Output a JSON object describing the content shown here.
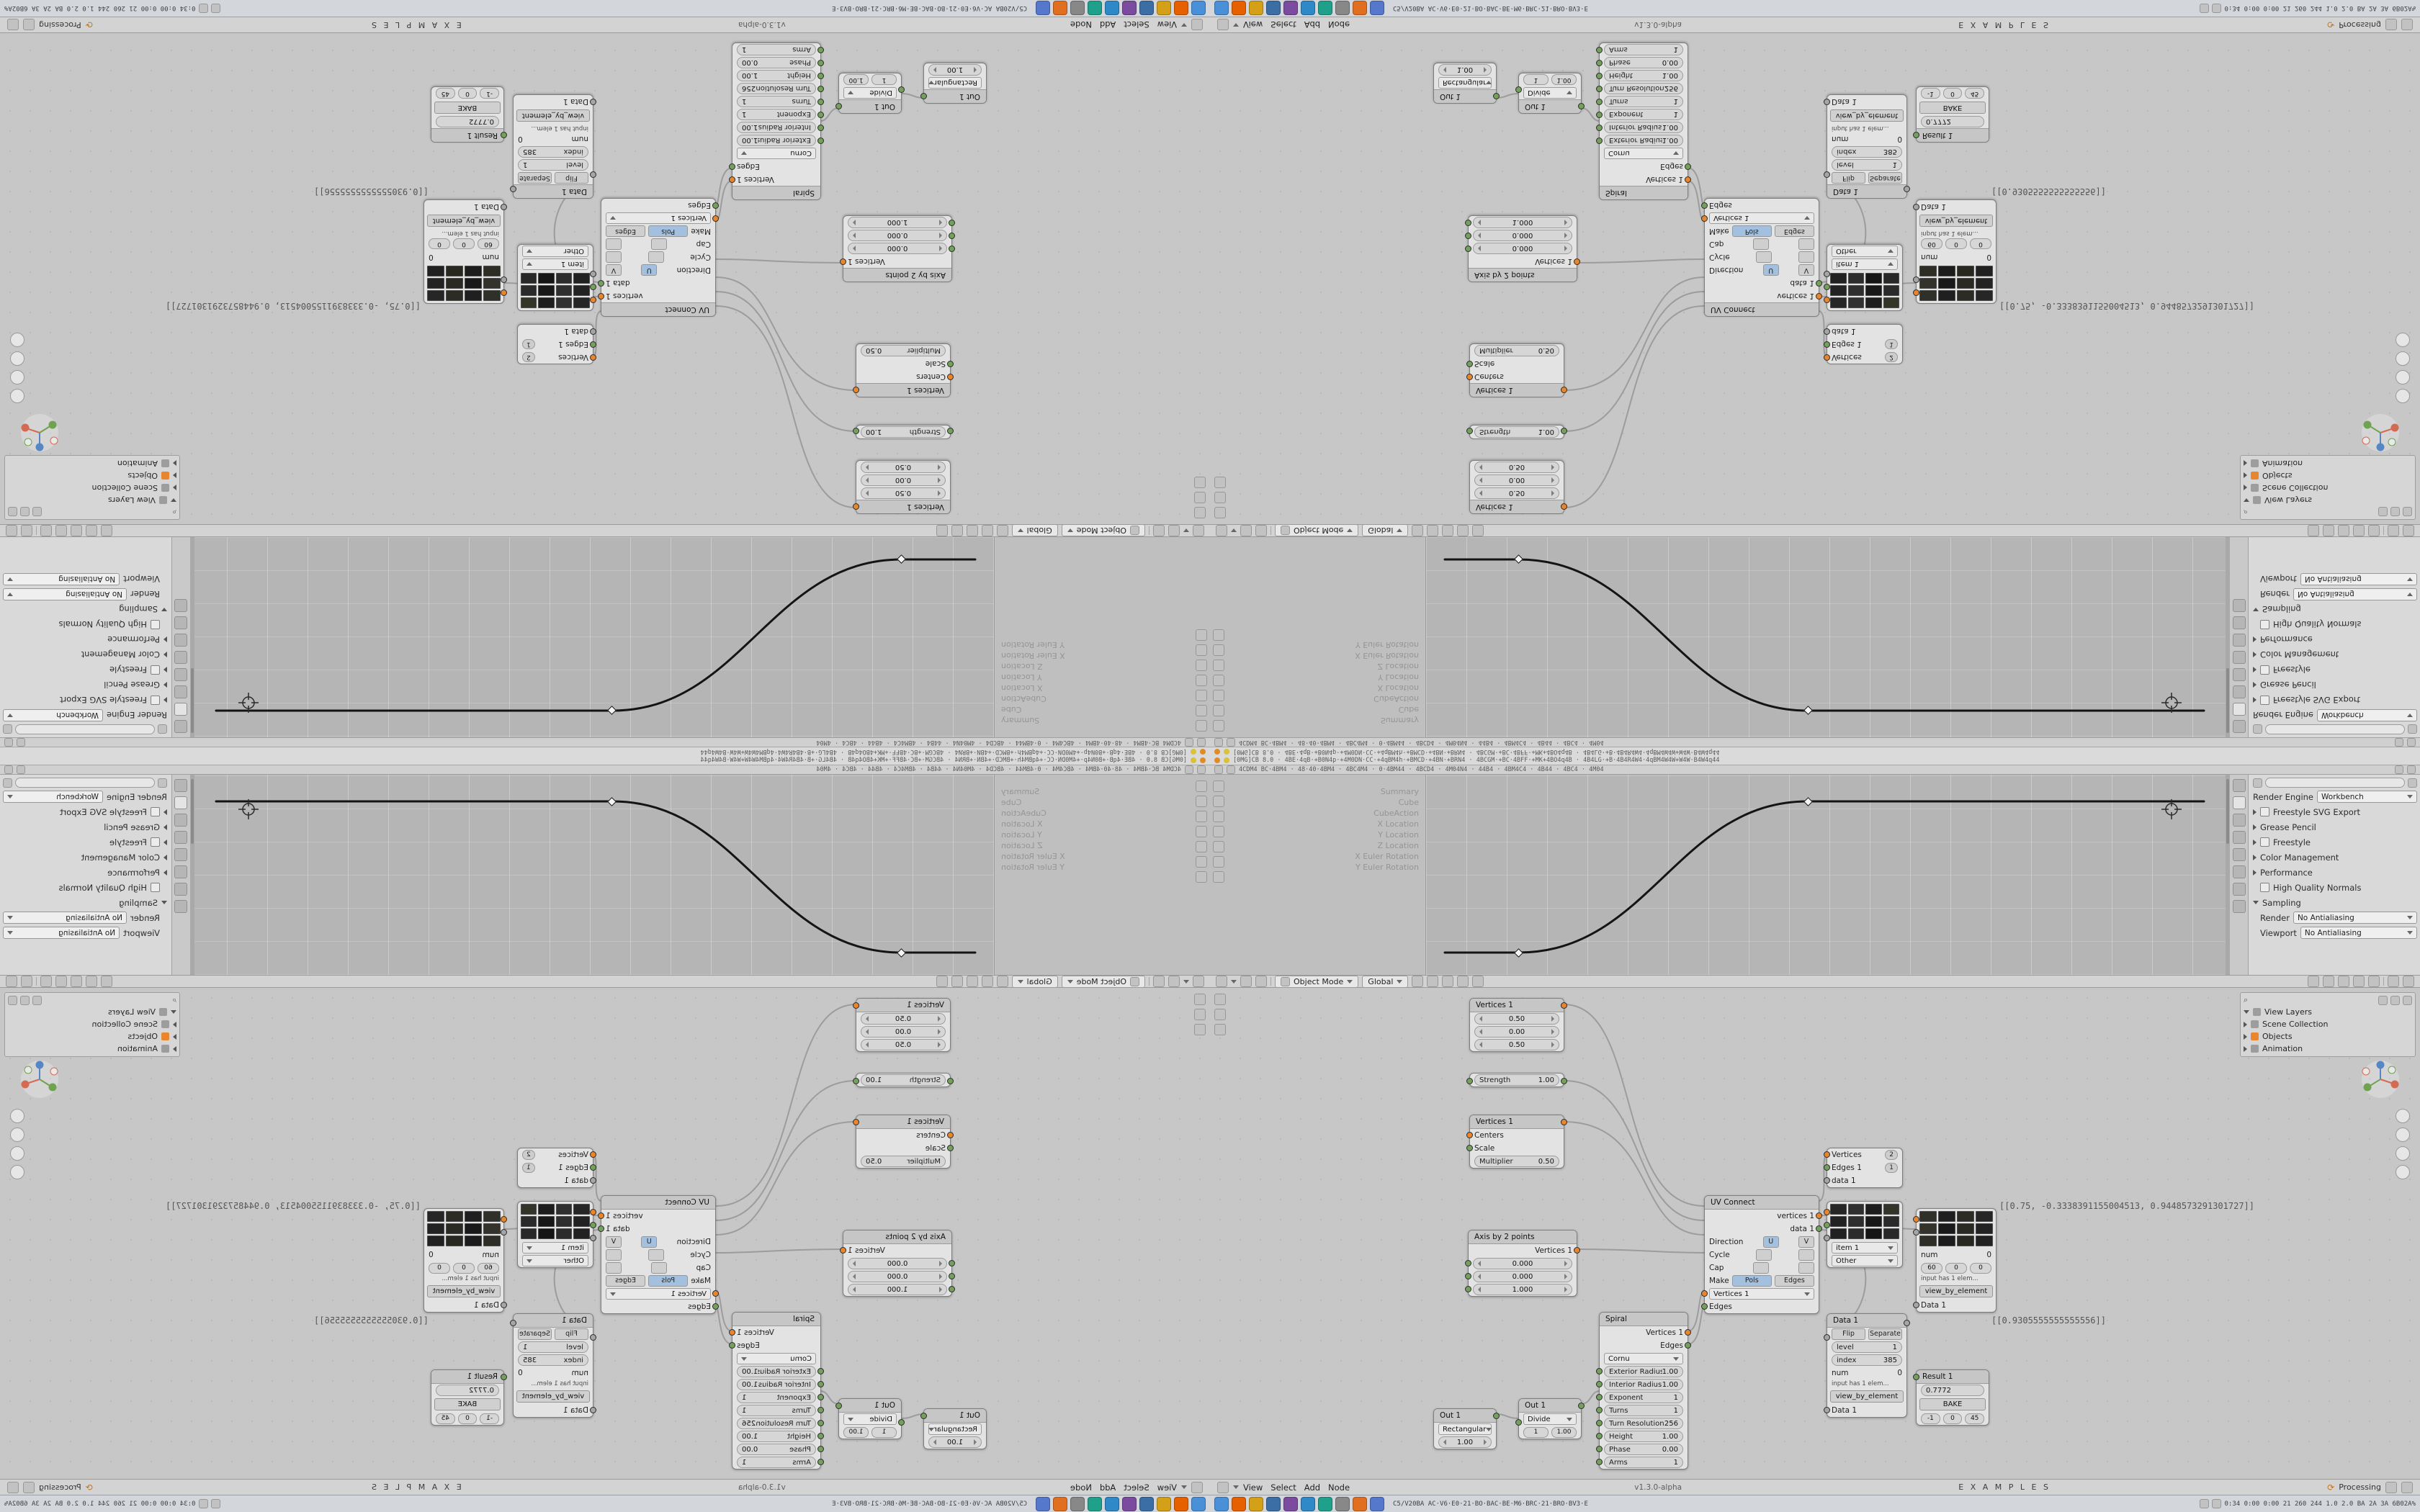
{
  "icons": {
    "search": "⌕",
    "refresh": "⟳"
  },
  "topbar": {
    "line1": "[0MG]CB 8.0 · 4BE·4qB·+B0N4p·+4M0DN·CC·+4qBM4h·+BMCD·+4BN·+BRN4 · 4BCGM·+BC·4BFF·+MK+4BO4q4B · 4B4LG·+B·4B4R4W4·4qBM4W4W+W4W·B4W4q44",
    "line2": "4CDM4 BC·4BM4 · 48·40·4BM4 · 4BC4M4 · 0·4BM44 · 4BCD4 · 4M04N4 · 44B4 · 4BM4C4 · 4B44 · 4BC4 · 4M04"
  },
  "graph": {
    "channels": [
      "Summary",
      "Cube",
      "CubeAction",
      "X Location",
      "Y Location",
      "Z Location",
      "X Euler Rotation",
      "Y Euler Rotation"
    ]
  },
  "properties": {
    "rows": [
      {
        "label": "Render Engine",
        "value": "Workbench"
      },
      {
        "label": "Freestyle SVG Export"
      },
      {
        "label": "Grease Pencil"
      },
      {
        "label": "Freestyle"
      },
      {
        "label": "Color Management"
      },
      {
        "label": "Performance"
      },
      {
        "label": "High Quality Normals"
      },
      {
        "label": "Sampling"
      },
      {
        "label": "Render",
        "value": "No Antialiasing"
      },
      {
        "label": "Viewport",
        "value": "No Antialiasing"
      }
    ]
  },
  "viewport_header": {
    "mode": "Object Mode",
    "orientation": "Global"
  },
  "outliner": {
    "rows": [
      "View Layers",
      "Scene Collection",
      "Objects",
      "Animation"
    ]
  },
  "node_header": {
    "menus": [
      "View",
      "Select",
      "Add",
      "Node"
    ],
    "version": "v1.3.0-alpha",
    "tree_name": "E X A M P L E S",
    "status": "Processing"
  },
  "annotations": {
    "a1": "[[0.75, -0.3338391155004513, 0.9448573291301727]]",
    "a2": "[[0.9305555555555556]]"
  },
  "nodes": {
    "vector": {
      "title": "Vertices 1",
      "f1": "0.50",
      "f2": "0.00",
      "f3": "0.50"
    },
    "strength": {
      "label": "Strength",
      "value": "1.00"
    },
    "centers": {
      "title": "Vertices 1",
      "in1": "Centers",
      "in2": "Scale",
      "mult_label": "Multiplier",
      "mult": "0.50"
    },
    "axis": {
      "title": "Axis by 2 points",
      "out": "Vertices 1",
      "f1": "0.000",
      "f2": "0.000",
      "f3": "1.000"
    },
    "uv": {
      "title": "UV Connect",
      "out1": "vertices 1",
      "out2": "data 1",
      "dir_label": "Direction",
      "u": "U",
      "v": "V",
      "cycle_label": "Cycle",
      "cap_label": "Cap",
      "make_label": "Make",
      "pols": "Pols",
      "edges": "Edges",
      "in1": "Vertices 1",
      "in2": "Edges"
    },
    "counts": {
      "r1": "Vertices",
      "r1v": "2",
      "r2": "Edges 1",
      "r2v": "1",
      "r3": "data 1"
    },
    "viewer": {
      "item": "item 1",
      "other": "Other",
      "swatches": [
        "#262626",
        "#303030",
        "#1d1d1d",
        "#343428",
        "#222222",
        "#2e2e2e",
        "#181818",
        "#2a2a2a",
        "#212121",
        "#2c2c2c",
        "#151515",
        "#282828"
      ]
    },
    "data1": {
      "title": "Data 1",
      "flip": "Flip",
      "separate": "Separate",
      "level_label": "level",
      "level": "1",
      "index_label": "index",
      "index": "385",
      "num_label": "num",
      "num": "0",
      "note": "input has 1 elem...",
      "button": "view_by_element",
      "footer": "Data 1"
    },
    "viewer2": {
      "num_label": "num",
      "num": "0",
      "f1": "60",
      "f2": "0",
      "f3": "0",
      "note": "input has 1 elem...",
      "button": "view_by_element",
      "footer": "Data 1",
      "swatches": [
        "#30302a",
        "#1f1f1f",
        "#2c2c24",
        "#262626",
        "#33332b",
        "#191919",
        "#2a2a22",
        "#232323",
        "#2e2e26",
        "#1c1c1c",
        "#282820",
        "#212121"
      ]
    },
    "result": {
      "title": "Result 1",
      "value": "0.7772",
      "bake": "BAKE",
      "f1": "-1",
      "f2": "0",
      "f3": "45"
    },
    "spiral": {
      "title": "Spiral",
      "out1": "Vertices 1",
      "out2": "Edges",
      "type": "Cornu",
      "params": [
        {
          "l": "Exterior Radius",
          "v": "1.00"
        },
        {
          "l": "Interior Radius",
          "v": "1.00"
        },
        {
          "l": "Exponent",
          "v": "1"
        },
        {
          "l": "Turns",
          "v": "1"
        },
        {
          "l": "Turn Resolution",
          "v": "256"
        },
        {
          "l": "Height",
          "v": "1.00"
        },
        {
          "l": "Phase",
          "v": "0.00"
        },
        {
          "l": "Arms",
          "v": "1"
        }
      ]
    },
    "out_rect": {
      "title": "Out 1",
      "type": "Rectangular",
      "v": "1.00"
    },
    "out_div": {
      "title": "Out 1",
      "type": "Divide",
      "v1": "1",
      "v2": "1.00"
    }
  },
  "taskbar": {
    "info": "C5/V20BA AC·V6·E0·21·BO·BAC·BE·M6·BRC·21·BRO·BV3·E",
    "stats": "0:34 0:00 0:00 21 260 244 1.0 2.0 BA 2A 3A 6B02A%",
    "icon_colors": [
      "#4a90d9",
      "#e66000",
      "#d4a017",
      "#3b6ea5",
      "#7a4b9e",
      "#2f88c7",
      "#1fa08a",
      "#888888",
      "#e07020",
      "#5577cc"
    ]
  }
}
